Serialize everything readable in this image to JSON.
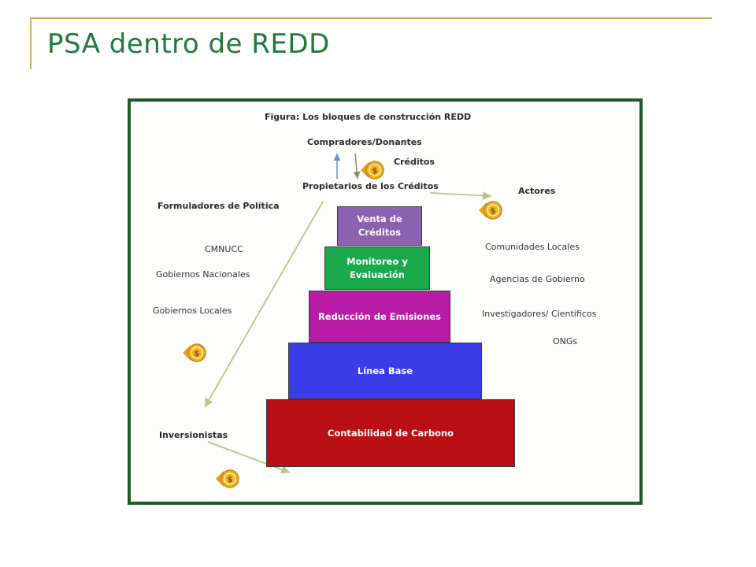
{
  "slide": {
    "title": "PSA dentro de REDD"
  },
  "figure": {
    "caption": "Figura: Los bloques de construcción REDD",
    "buyers": "Compradores/Donantes",
    "credits": "Créditos",
    "owners": "Propietarios de los Créditos",
    "actors_title": "Actores",
    "policy_title": "Formuladores de Política",
    "policy_items": [
      "CMNUCC",
      "Gobiernos Nacionales",
      "Gobiernos  Locales"
    ],
    "actor_items": [
      "Comunidades Locales",
      "Agencias de Gobierno",
      "Investigadores/ Científicos",
      "ONGs"
    ],
    "investors": "Inversionistas",
    "pyramid": [
      {
        "label": "Venta de\nCréditos",
        "color": "#8a62b0"
      },
      {
        "label": "Monitoreo y\nEvaluación",
        "color": "#1aa84a"
      },
      {
        "label": "Reducción de Emisiones",
        "color": "#b81ca6"
      },
      {
        "label": "Línea  Base",
        "color": "#3a3ce8"
      },
      {
        "label": "Contabilidad de Carbono",
        "color": "#bb0f16"
      }
    ],
    "coin_icon": "dollar-coin-icon",
    "accent_colors": {
      "title": "#1e7a3a",
      "frame": "#1f5b2a",
      "rule": "#c9b25a"
    }
  }
}
